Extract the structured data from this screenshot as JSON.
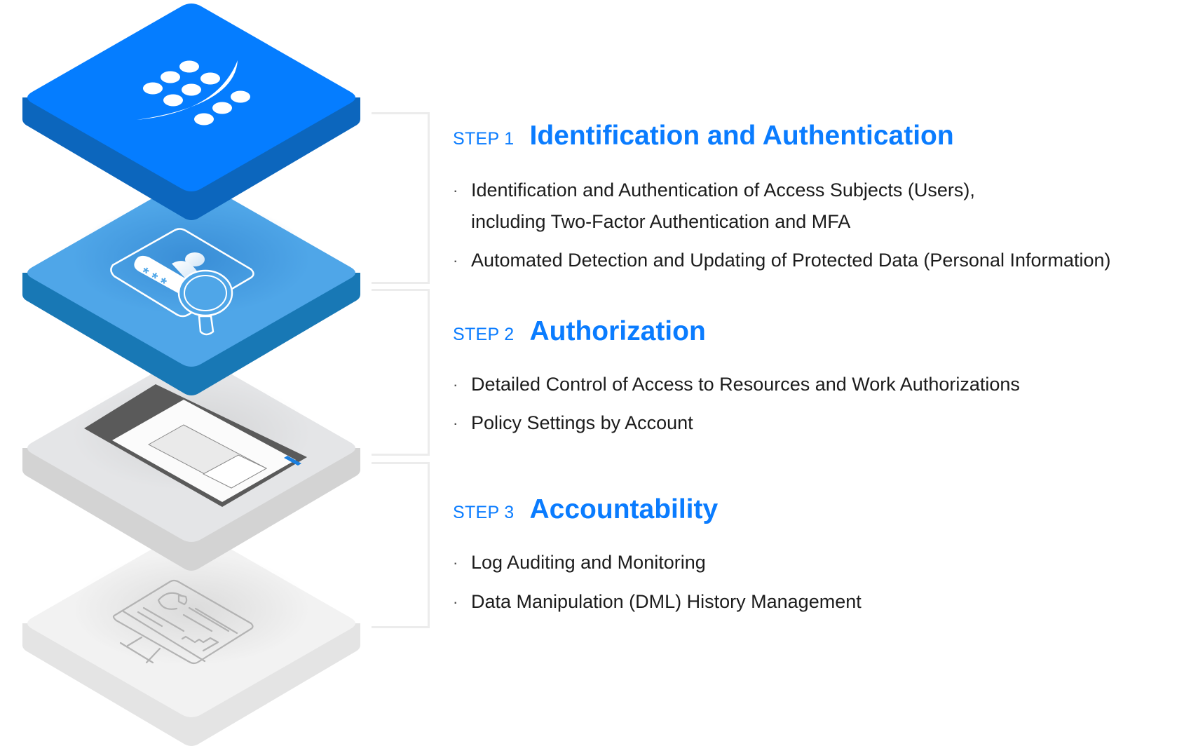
{
  "layers": [
    {
      "name": "brand-logo-layer",
      "icon": "dots-swoosh-logo-icon",
      "top": "#057dff",
      "side": "#0c66bd"
    },
    {
      "name": "authentication-layer",
      "icon": "credential-search-icon",
      "top": "#4fa6e8",
      "side": "#1878b5"
    },
    {
      "name": "authorization-layer",
      "icon": "app-screenshot",
      "top": "#e4e5e7",
      "side": "#d3d3d3"
    },
    {
      "name": "accountability-layer",
      "icon": "monitor-report-icon",
      "top": "#f2f2f2",
      "side": "#e4e4e4"
    }
  ],
  "steps": [
    {
      "label": "STEP 1",
      "title": "Identification and Authentication",
      "bullets": [
        {
          "lines": [
            "Identification and Authentication of Access Subjects (Users),",
            "including Two-Factor Authentication and MFA"
          ]
        },
        {
          "lines": [
            "Automated Detection and Updating of Protected Data (Personal Information)"
          ]
        }
      ]
    },
    {
      "label": "STEP 2",
      "title": "Authorization",
      "bullets": [
        {
          "lines": [
            "Detailed Control of Access to Resources and Work Authorizations"
          ]
        },
        {
          "lines": [
            "Policy Settings by Account"
          ]
        }
      ]
    },
    {
      "label": "STEP 3",
      "title": "Accountability",
      "bullets": [
        {
          "lines": [
            "Log Auditing and Monitoring"
          ]
        },
        {
          "lines": [
            "Data Manipulation (DML) History Management"
          ]
        }
      ]
    }
  ],
  "bullet_glyph": "·",
  "colors": {
    "accent": "#0a7cff",
    "text": "#1c1c1c",
    "bracket": "#ececec"
  }
}
